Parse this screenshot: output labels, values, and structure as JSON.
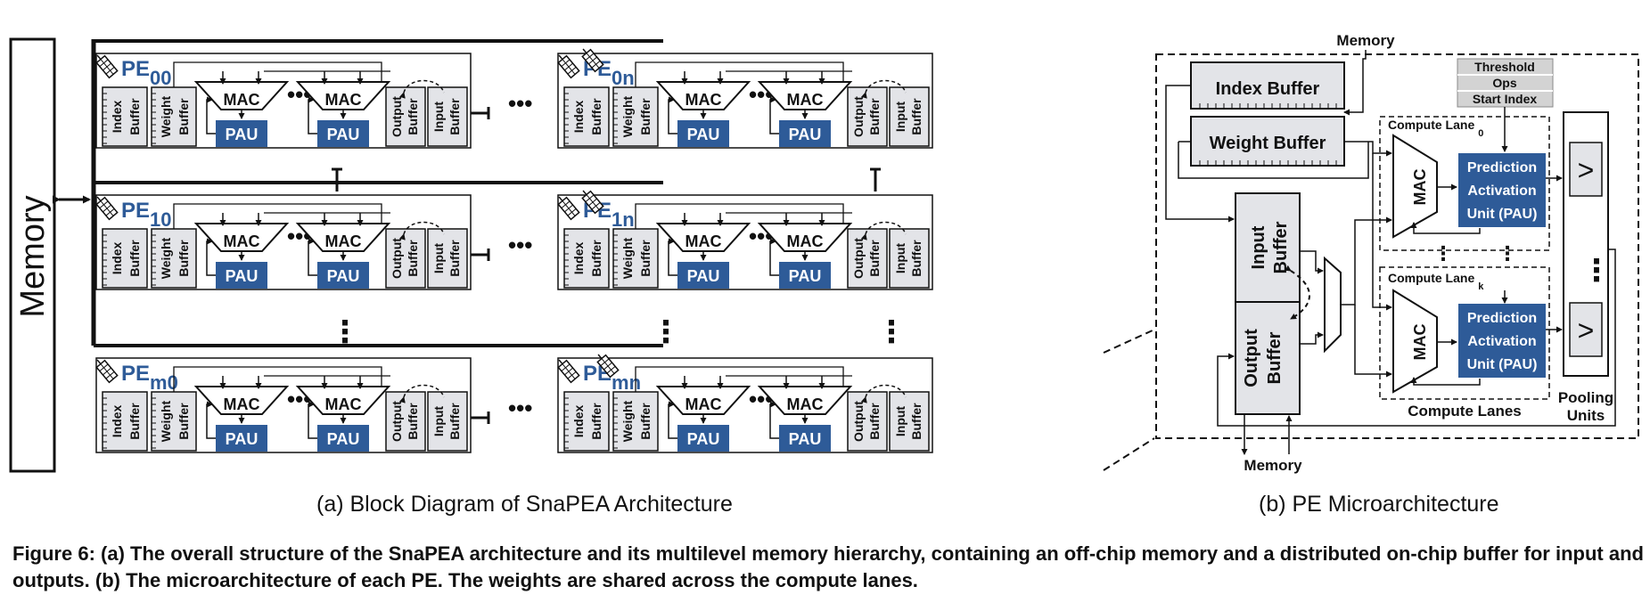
{
  "left": {
    "memory_label": "Memory",
    "pe_prefix": "PE",
    "pe_subs": [
      "00",
      "0n",
      "10",
      "1n",
      "m0",
      "mn"
    ],
    "index_label": "Index",
    "weight_label": "Weight",
    "buffer_label": "Buffer",
    "output_label": "Output",
    "input_label": "Input",
    "mac_label": "MAC",
    "pau_label": "PAU"
  },
  "right": {
    "memory_top": "Memory",
    "memory_bottom": "Memory",
    "index_buffer": "Index Buffer",
    "weight_buffer": "Weight Buffer",
    "config_rows": [
      "Threshold",
      "Ops",
      "Start Index"
    ],
    "compute_lane_prefix": "Compute Lane",
    "compute_lane_0_sub": "0",
    "compute_lane_k_sub": "k",
    "mac_label": "MAC",
    "pred_lines": [
      "Prediction",
      "Activation",
      "Unit (PAU)"
    ],
    "input_label": "Input",
    "output_label": "Output",
    "buffer_label": "Buffer",
    "compute_lanes": "Compute Lanes",
    "pooling_1": "Pooling",
    "pooling_2": "Units"
  },
  "captions": {
    "a": "(a) Block Diagram of SnaPEA Architecture",
    "b": "(b) PE Microarchitecture",
    "figure": "Figure 6: (a) The overall structure of the SnaPEA architecture and its multilevel memory hierarchy, containing an off-chip memory and a distributed on-chip buffer for input and outputs. (b) The microarchitecture of each PE. The weights are shared across the compute lanes."
  },
  "colors": {
    "accent": "#2E5B98",
    "buffer_fill": "#E3E4E8",
    "line": "#111111",
    "config_fill": "#D3D3D3"
  }
}
